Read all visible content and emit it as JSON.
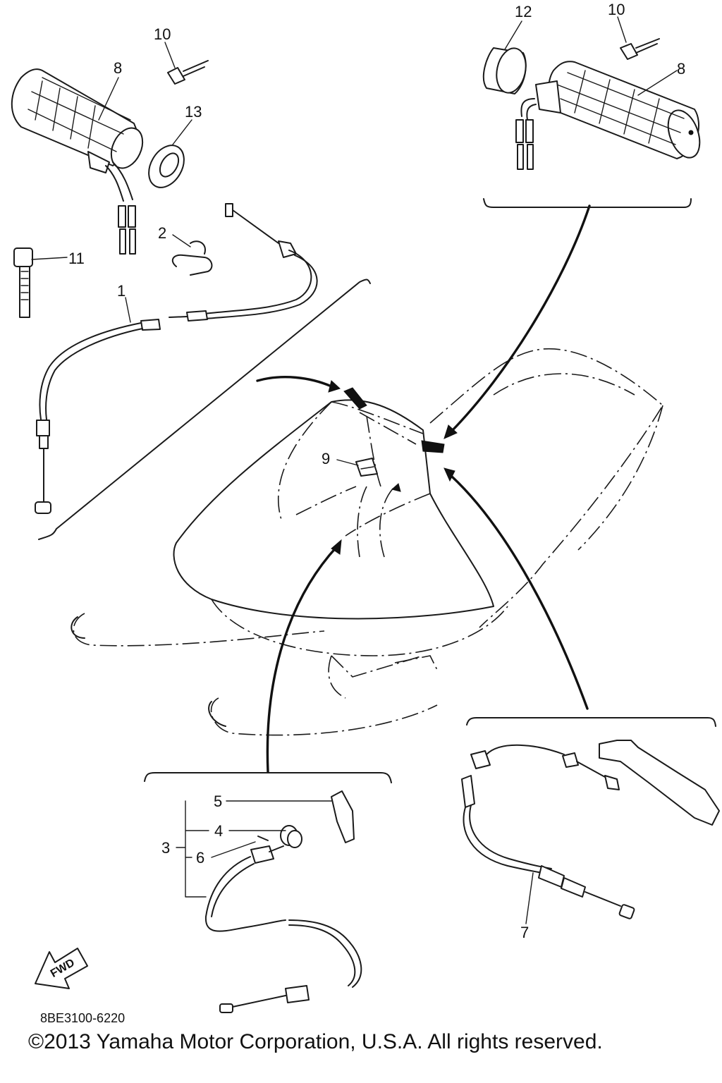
{
  "callouts": {
    "c1": "1",
    "c2": "2",
    "c3": "3",
    "c4": "4",
    "c5": "5",
    "c6": "6",
    "c7": "7",
    "c8a": "8",
    "c8b": "8",
    "c9": "9",
    "c10a": "10",
    "c10b": "10",
    "c11": "11",
    "c12": "12",
    "c13": "13"
  },
  "fwd_label": "FWD",
  "diagram_code": "8BE3100-6220",
  "copyright": "©2013 Yamaha Motor Corporation, U.S.A. All rights reserved."
}
